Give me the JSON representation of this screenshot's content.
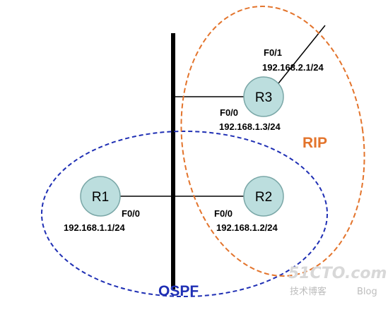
{
  "routers": {
    "r1": {
      "name": "R1",
      "interface": "F0/0",
      "ip": "192.168.1.1/24"
    },
    "r2": {
      "name": "R2",
      "interface": "F0/0",
      "ip": "192.168.1.2/24"
    },
    "r3": {
      "name": "R3",
      "interface_lan": "F0/0",
      "ip_lan": "192.168.1.3/24",
      "interface_wan": "F0/1",
      "ip_wan": "192.168.2.1/24"
    }
  },
  "areas": {
    "ospf": {
      "label": "OSPF",
      "color": "#1f2fb4"
    },
    "rip": {
      "label": "RIP",
      "color": "#e3742c"
    }
  },
  "colors": {
    "router_fill": "#bcdede",
    "router_stroke": "#7aa7a7",
    "link": "#000000"
  },
  "watermark": {
    "site": "51CTO.com",
    "subtitle": "技术博客",
    "blog": "Blog"
  }
}
